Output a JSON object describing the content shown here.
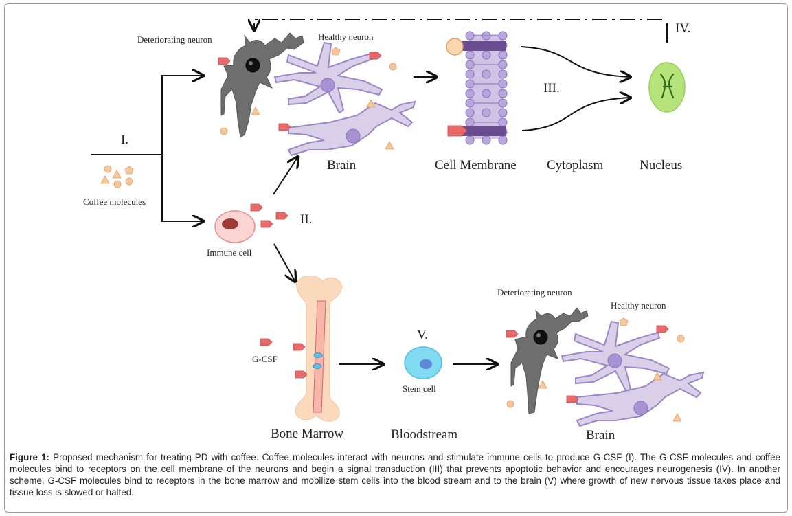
{
  "labels": {
    "deteriorating_neuron_top": "Deteriorating neuron",
    "healthy_neuron_top": "Healthy neuron",
    "brain_top": "Brain",
    "cell_membrane": "Cell Membrane",
    "cytoplasm": "Cytoplasm",
    "nucleus": "Nucleus",
    "coffee_molecules": "Coffee molecules",
    "immune_cell": "Immune cell",
    "g_csf": "G-CSF",
    "stem_cell": "Stem cell",
    "bone_marrow": "Bone Marrow",
    "bloodstream": "Bloodstream",
    "deteriorating_neuron_bottom": "Deteriorating neuron",
    "healthy_neuron_bottom": "Healthy neuron",
    "brain_bottom": "Brain"
  },
  "steps": {
    "i": "I.",
    "ii": "II.",
    "iii": "III.",
    "iv": "IV.",
    "v": "V."
  },
  "caption": {
    "label": "Figure 1:",
    "text": " Proposed mechanism for treating PD with coffee. Coffee molecules interact with neurons and stimulate immune cells to produce G-CSF (I). The G-CSF molecules and coffee molecules bind to receptors on the cell membrane of the neurons and begin a signal transduction (III) that prevents apoptotic behavior and encourages neurogenesis (IV). In another scheme, G-CSF molecules bind to receptors in the bone marrow and mobilize stem cells into the blood stream and to the brain (V) where growth of new nervous tissue takes place and tissue loss is slowed or halted."
  },
  "colors": {
    "neuron_healthy": "#d9cfe8",
    "neuron_outline": "#9b86c6",
    "neuron_dark": "#6e6e6e",
    "g_csf": "#e8696a",
    "coffee": "#f6c79a",
    "nucleus": "#b6e27a",
    "stem_cell": "#6fd3ef",
    "bone": "#fad9bd"
  }
}
